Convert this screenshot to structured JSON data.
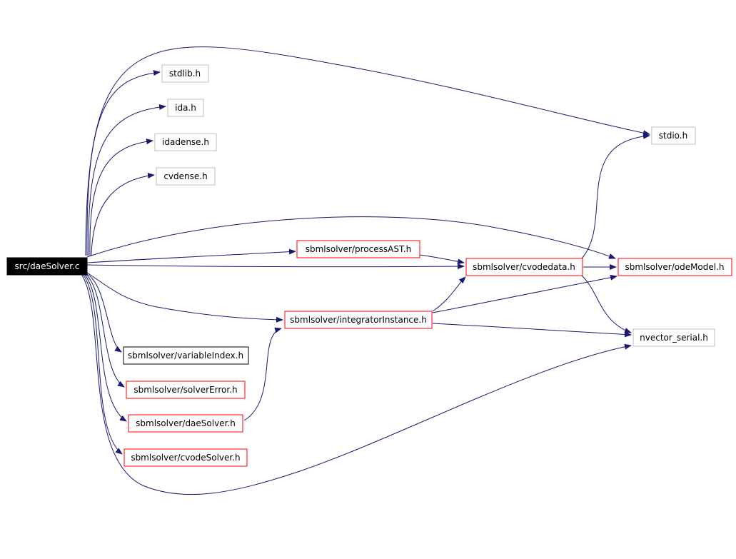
{
  "graph": {
    "colors": {
      "edge": "#191970",
      "border_gray": "#bfbfbf",
      "border_red": "#ff0000",
      "border_black": "#000000",
      "root_fill": "#000000",
      "root_text": "#ffffff",
      "text": "#000000"
    },
    "nodes": {
      "daesolver_c": {
        "label": "src/daeSolver.c"
      },
      "stdlib_h": {
        "label": "stdlib.h"
      },
      "ida_h": {
        "label": "ida.h"
      },
      "idadense_h": {
        "label": "idadense.h"
      },
      "cvdense_h": {
        "label": "cvdense.h"
      },
      "stdio_h": {
        "label": "stdio.h"
      },
      "processast_h": {
        "label": "sbmlsolver/processAST.h"
      },
      "cvodedata_h": {
        "label": "sbmlsolver/cvodedata.h"
      },
      "odemodel_h": {
        "label": "sbmlsolver/odeModel.h"
      },
      "integratorinstance_h": {
        "label": "sbmlsolver/integratorInstance.h"
      },
      "nvector_serial_h": {
        "label": "nvector_serial.h"
      },
      "variableindex_h": {
        "label": "sbmlsolver/variableIndex.h"
      },
      "solvererror_h": {
        "label": "sbmlsolver/solverError.h"
      },
      "daesolver_h": {
        "label": "sbmlsolver/daeSolver.h"
      },
      "cvodesolver_h": {
        "label": "sbmlsolver/cvodeSolver.h"
      }
    }
  }
}
